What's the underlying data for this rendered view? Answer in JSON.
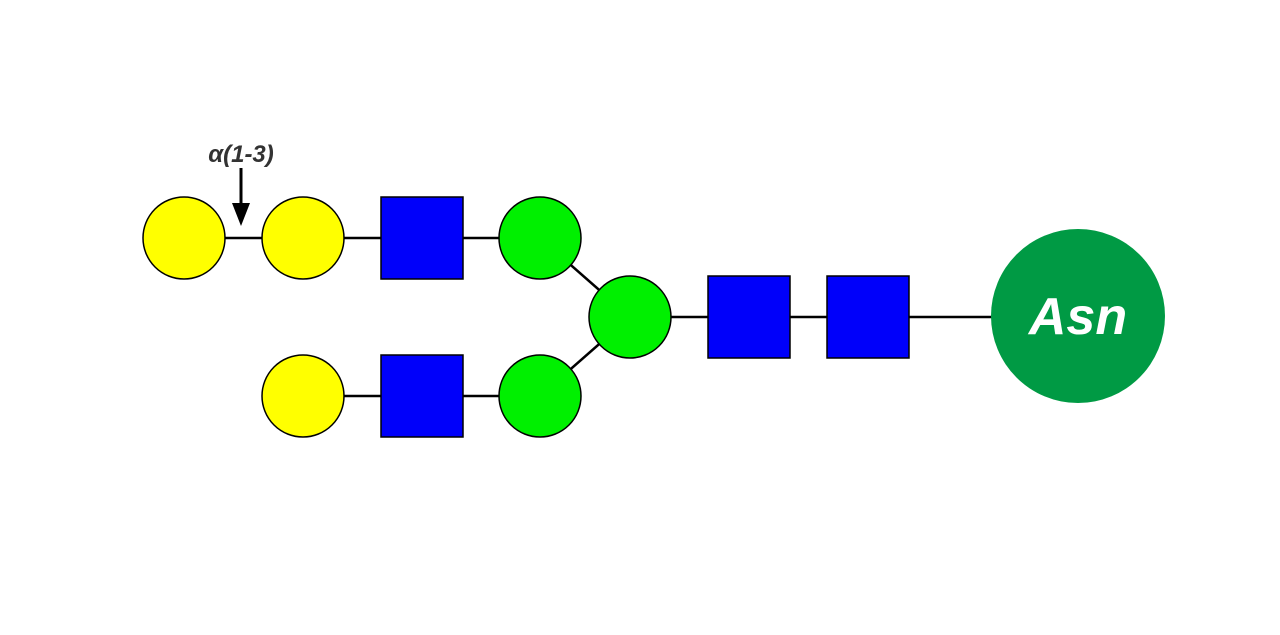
{
  "diagram": {
    "type": "glycan-structure",
    "annotation": {
      "label": "α(1-3)",
      "icon": "down-arrow-icon"
    },
    "root": {
      "label": "Asn",
      "color": "#009a44"
    },
    "colors": {
      "galactose": "#ffff00",
      "glcnac": "#0000fa",
      "mannose": "#00f000",
      "link": "#000000"
    },
    "residues": [
      {
        "id": "gal-terminal-alpha",
        "shape": "circle",
        "kind": "galactose"
      },
      {
        "id": "gal-upper",
        "shape": "circle",
        "kind": "galactose"
      },
      {
        "id": "glcnac-upper",
        "shape": "square",
        "kind": "glcnac"
      },
      {
        "id": "man-upper",
        "shape": "circle",
        "kind": "mannose"
      },
      {
        "id": "gal-lower",
        "shape": "circle",
        "kind": "galactose"
      },
      {
        "id": "glcnac-lower",
        "shape": "square",
        "kind": "glcnac"
      },
      {
        "id": "man-lower",
        "shape": "circle",
        "kind": "mannose"
      },
      {
        "id": "man-core",
        "shape": "circle",
        "kind": "mannose"
      },
      {
        "id": "glcnac-core-1",
        "shape": "square",
        "kind": "glcnac"
      },
      {
        "id": "glcnac-core-2",
        "shape": "square",
        "kind": "glcnac"
      }
    ]
  }
}
